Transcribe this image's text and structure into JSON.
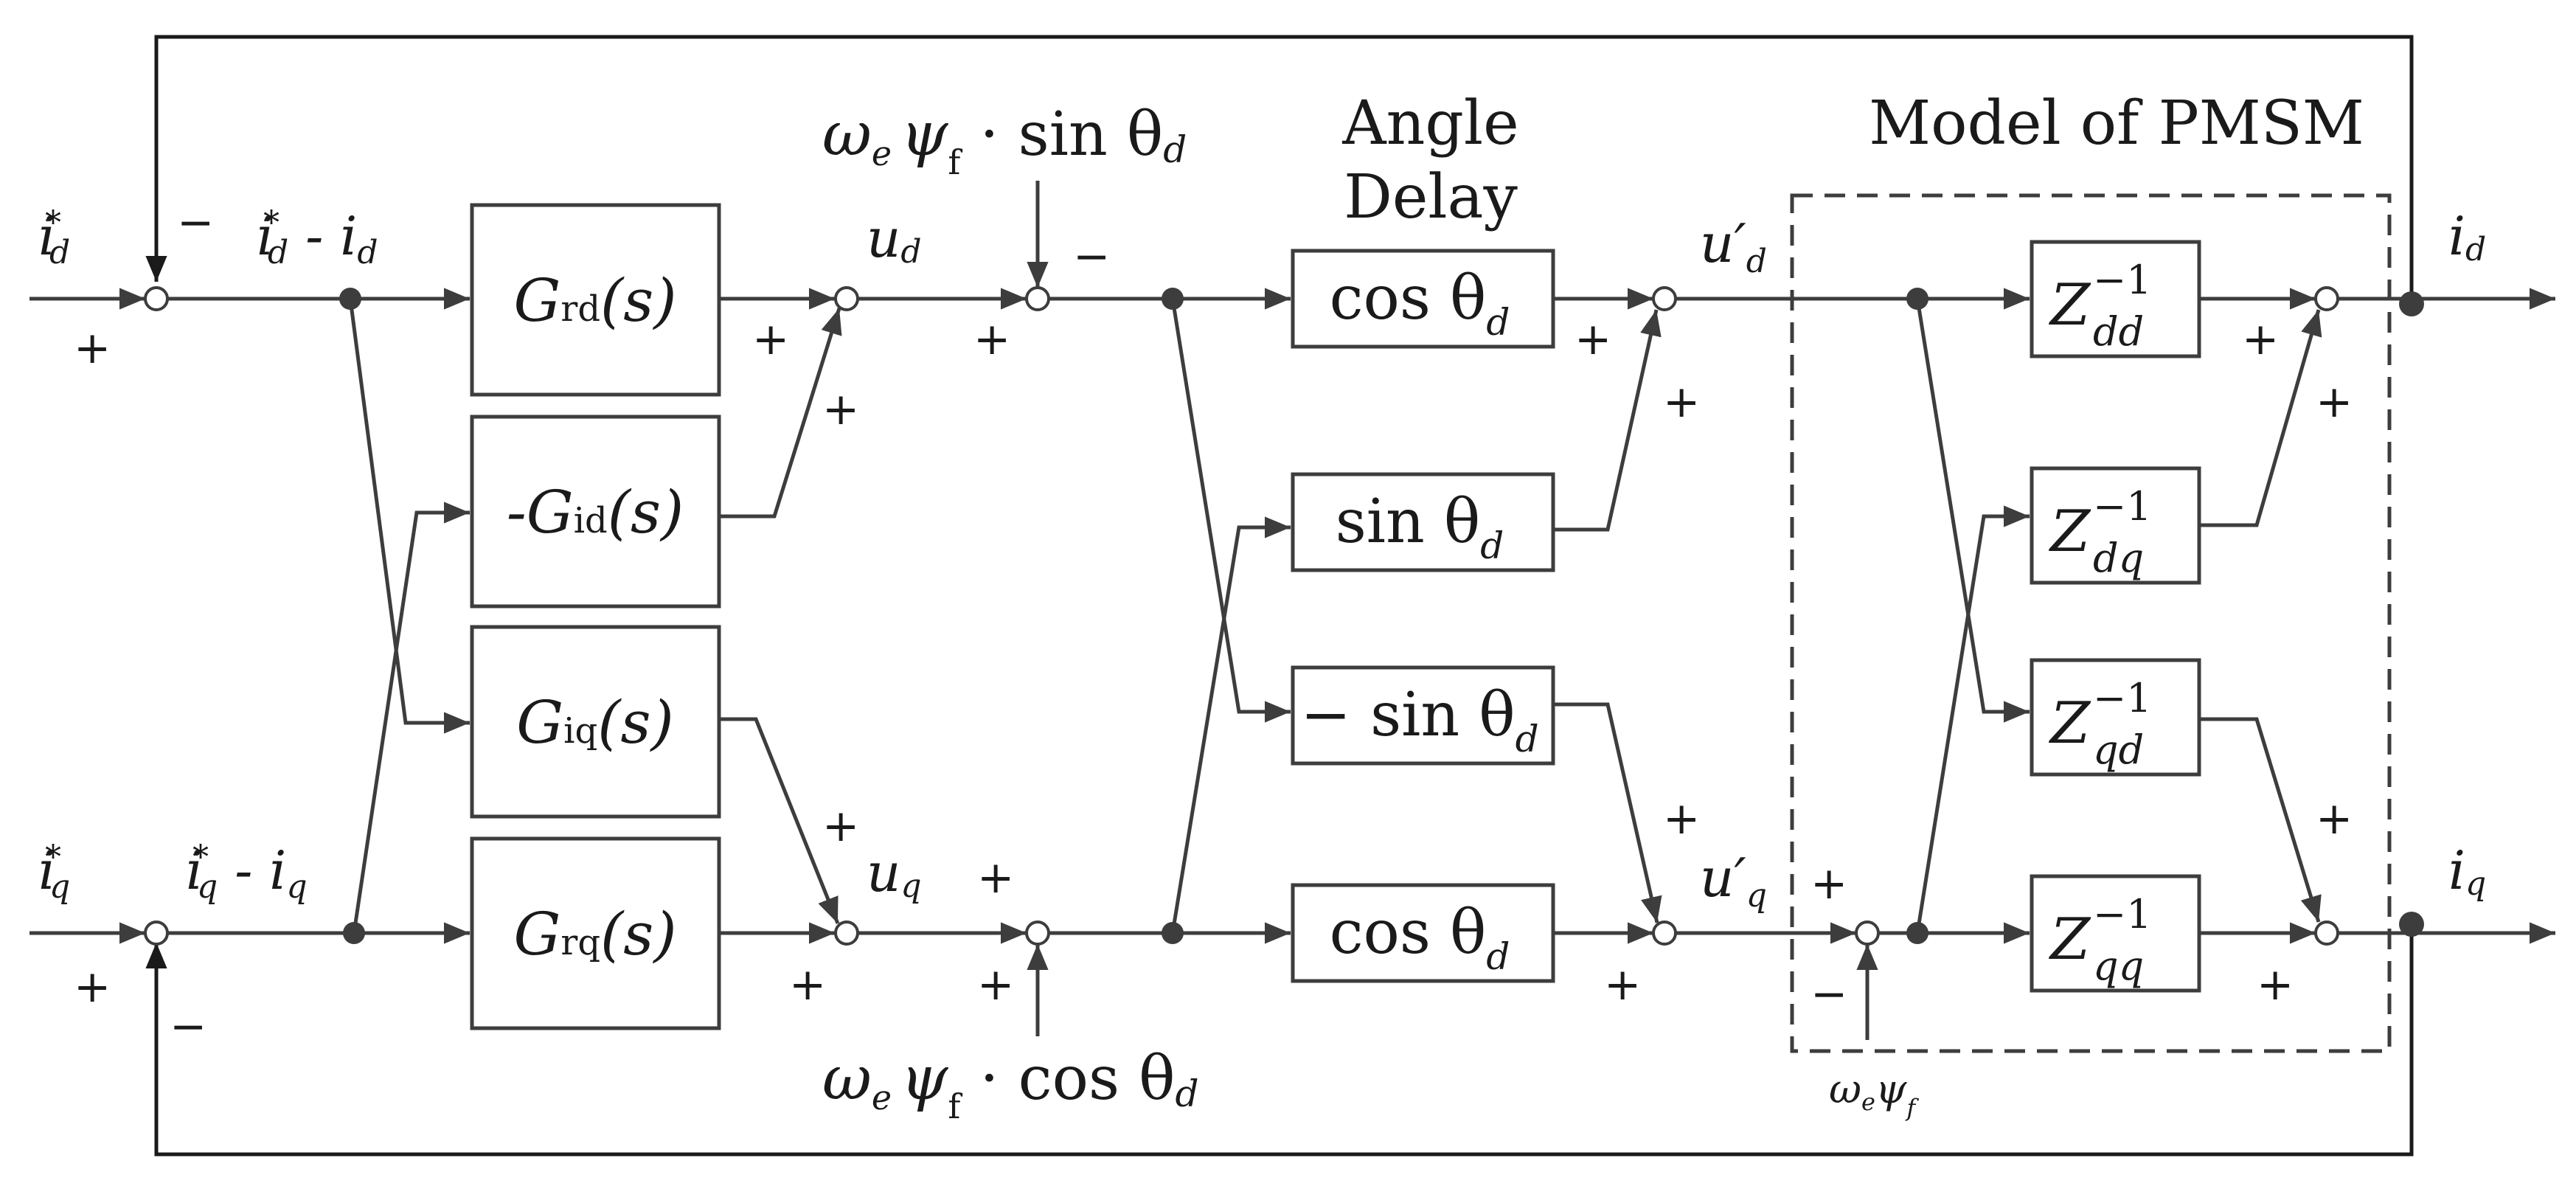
{
  "labels": {
    "model_title": "Model of PMSM",
    "angle_delay_line1": "Angle",
    "angle_delay_line2": "Delay",
    "in_d": "i",
    "in_d_sub": "d",
    "in_d_sup": "*",
    "in_q": "i",
    "in_q_sub": "q",
    "in_q_sup": "*",
    "err_d_main": "i",
    "err_d_sup": "*",
    "err_d_sub": "d",
    "err_d_minus": " - i",
    "err_d_sub2": "d",
    "err_q_main": "i",
    "err_q_sup": "*",
    "err_q_sub": "q",
    "err_q_minus": " - i",
    "err_q_sub2": "q",
    "ud": "u",
    "ud_sub": "d",
    "uq": "u",
    "uq_sub": "q",
    "ud_prime": "u′",
    "ud_prime_sub": "d",
    "uq_prime": "u′",
    "uq_prime_sub": "q",
    "out_d": "i",
    "out_d_sub": "d",
    "out_q": "i",
    "out_q_sub": "q",
    "wpsi_sin_a": "ω",
    "wpsi_sin_e": "e",
    "wpsi_sin_b": "ψ",
    "wpsi_sin_f": "f",
    "wpsi_sin_c": " · sin θ",
    "wpsi_sin_d": "d",
    "wpsi_cos_a": "ω",
    "wpsi_cos_e": "e",
    "wpsi_cos_b": "ψ",
    "wpsi_cos_f": "f",
    "wpsi_cos_c": " · cos θ",
    "wpsi_cos_d": "d",
    "we_psif_a": "ω",
    "we_psif_e": "e",
    "we_psif_b": "ψ",
    "we_psif_f": "f"
  },
  "blocks": {
    "grd_main": "G",
    "grd_sub": "rd",
    "grd_arg": "(s)",
    "gid_main": "-G",
    "gid_sub": "id",
    "gid_arg": "(s)",
    "giq_main": "G",
    "giq_sub": "iq",
    "giq_arg": "(s)",
    "grq_main": "G",
    "grq_sub": "rq",
    "grq_arg": "(s)",
    "cos1_main": "cos θ",
    "cos1_sub": "d",
    "sin1_main": "sin θ",
    "sin1_sub": "d",
    "msin_main": "− sin θ",
    "msin_sub": "d",
    "cos2_main": "cos θ",
    "cos2_sub": "d",
    "zdd_main": "Z",
    "zdd_sup": "−1",
    "zdd_sub": "dd",
    "zdq_main": "Z",
    "zdq_sup": "−1",
    "zdq_sub": "dq",
    "zqd_main": "Z",
    "zqd_sup": "−1",
    "zqd_sub": "qd",
    "zqq_main": "Z",
    "zqq_sup": "−1",
    "zqq_sub": "qq"
  },
  "signs": {
    "plus": "+",
    "minus": "−"
  }
}
